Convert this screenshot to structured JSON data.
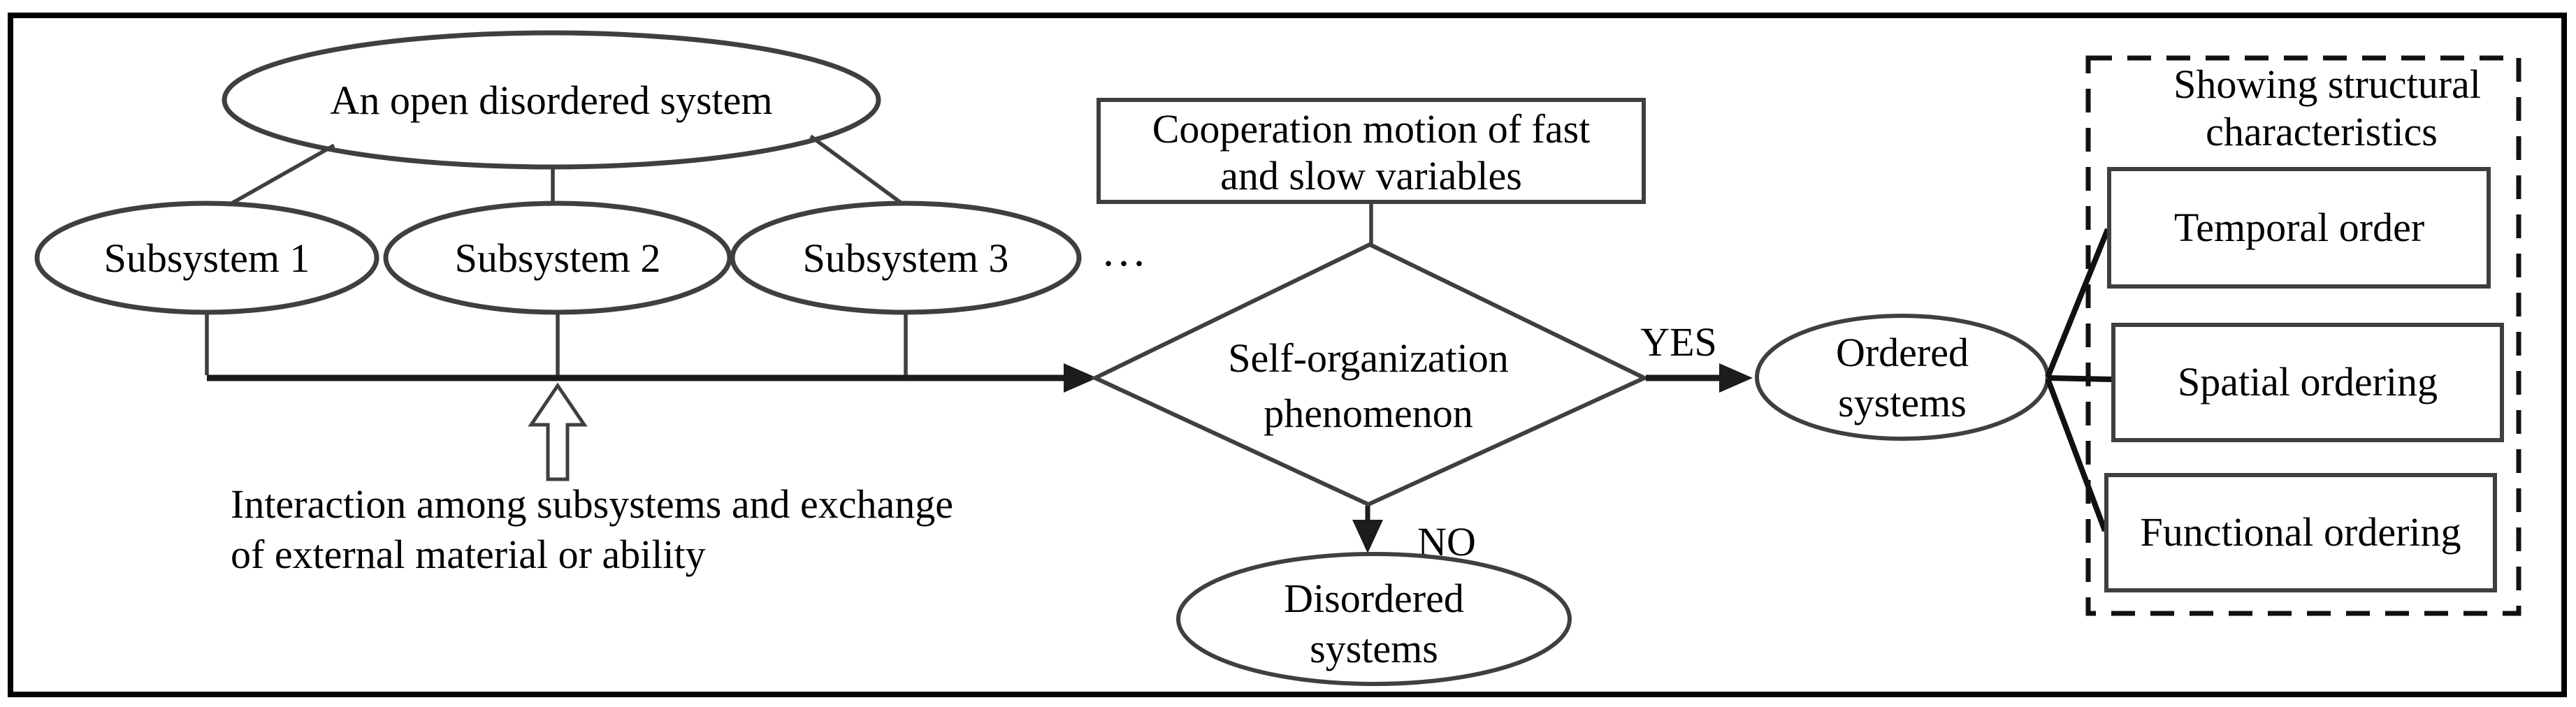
{
  "diagram": {
    "open_system": {
      "label": "An open disordered system"
    },
    "subsystems": [
      "Subsystem 1",
      "Subsystem 2",
      "Subsystem 3"
    ],
    "ellipsis": "...",
    "interaction_note": {
      "label": "Interaction among subsystems and exchange of external material or ability",
      "lines": [
        "Interaction among subsystems and exchange",
        "of external material or ability"
      ]
    },
    "cooperation": {
      "label": "Cooperation motion of fast and slow variables",
      "lines": [
        "Cooperation motion of fast",
        "and slow variables"
      ]
    },
    "decision": {
      "label": "Self-organization phenomenon",
      "lines": [
        "Self-organization",
        "phenomenon"
      ]
    },
    "yes_label": "YES",
    "no_label": "NO",
    "ordered": {
      "label": "Ordered systems",
      "lines": [
        "Ordered",
        "systems"
      ]
    },
    "disordered": {
      "label": "Disordered systems",
      "lines": [
        "Disordered",
        "systems"
      ]
    },
    "structural_panel": {
      "title": "Showing structural characteristics",
      "title_lines": [
        "Showing structural",
        "characteristics"
      ],
      "items": [
        "Temporal order",
        "Spatial ordering",
        "Functional ordering"
      ]
    },
    "colors": {
      "background": "#ffffff",
      "text": "#000000",
      "shape_stroke": "#3f3f3f",
      "arrow_stroke": "#1c1c1c",
      "border": "#000000"
    }
  }
}
